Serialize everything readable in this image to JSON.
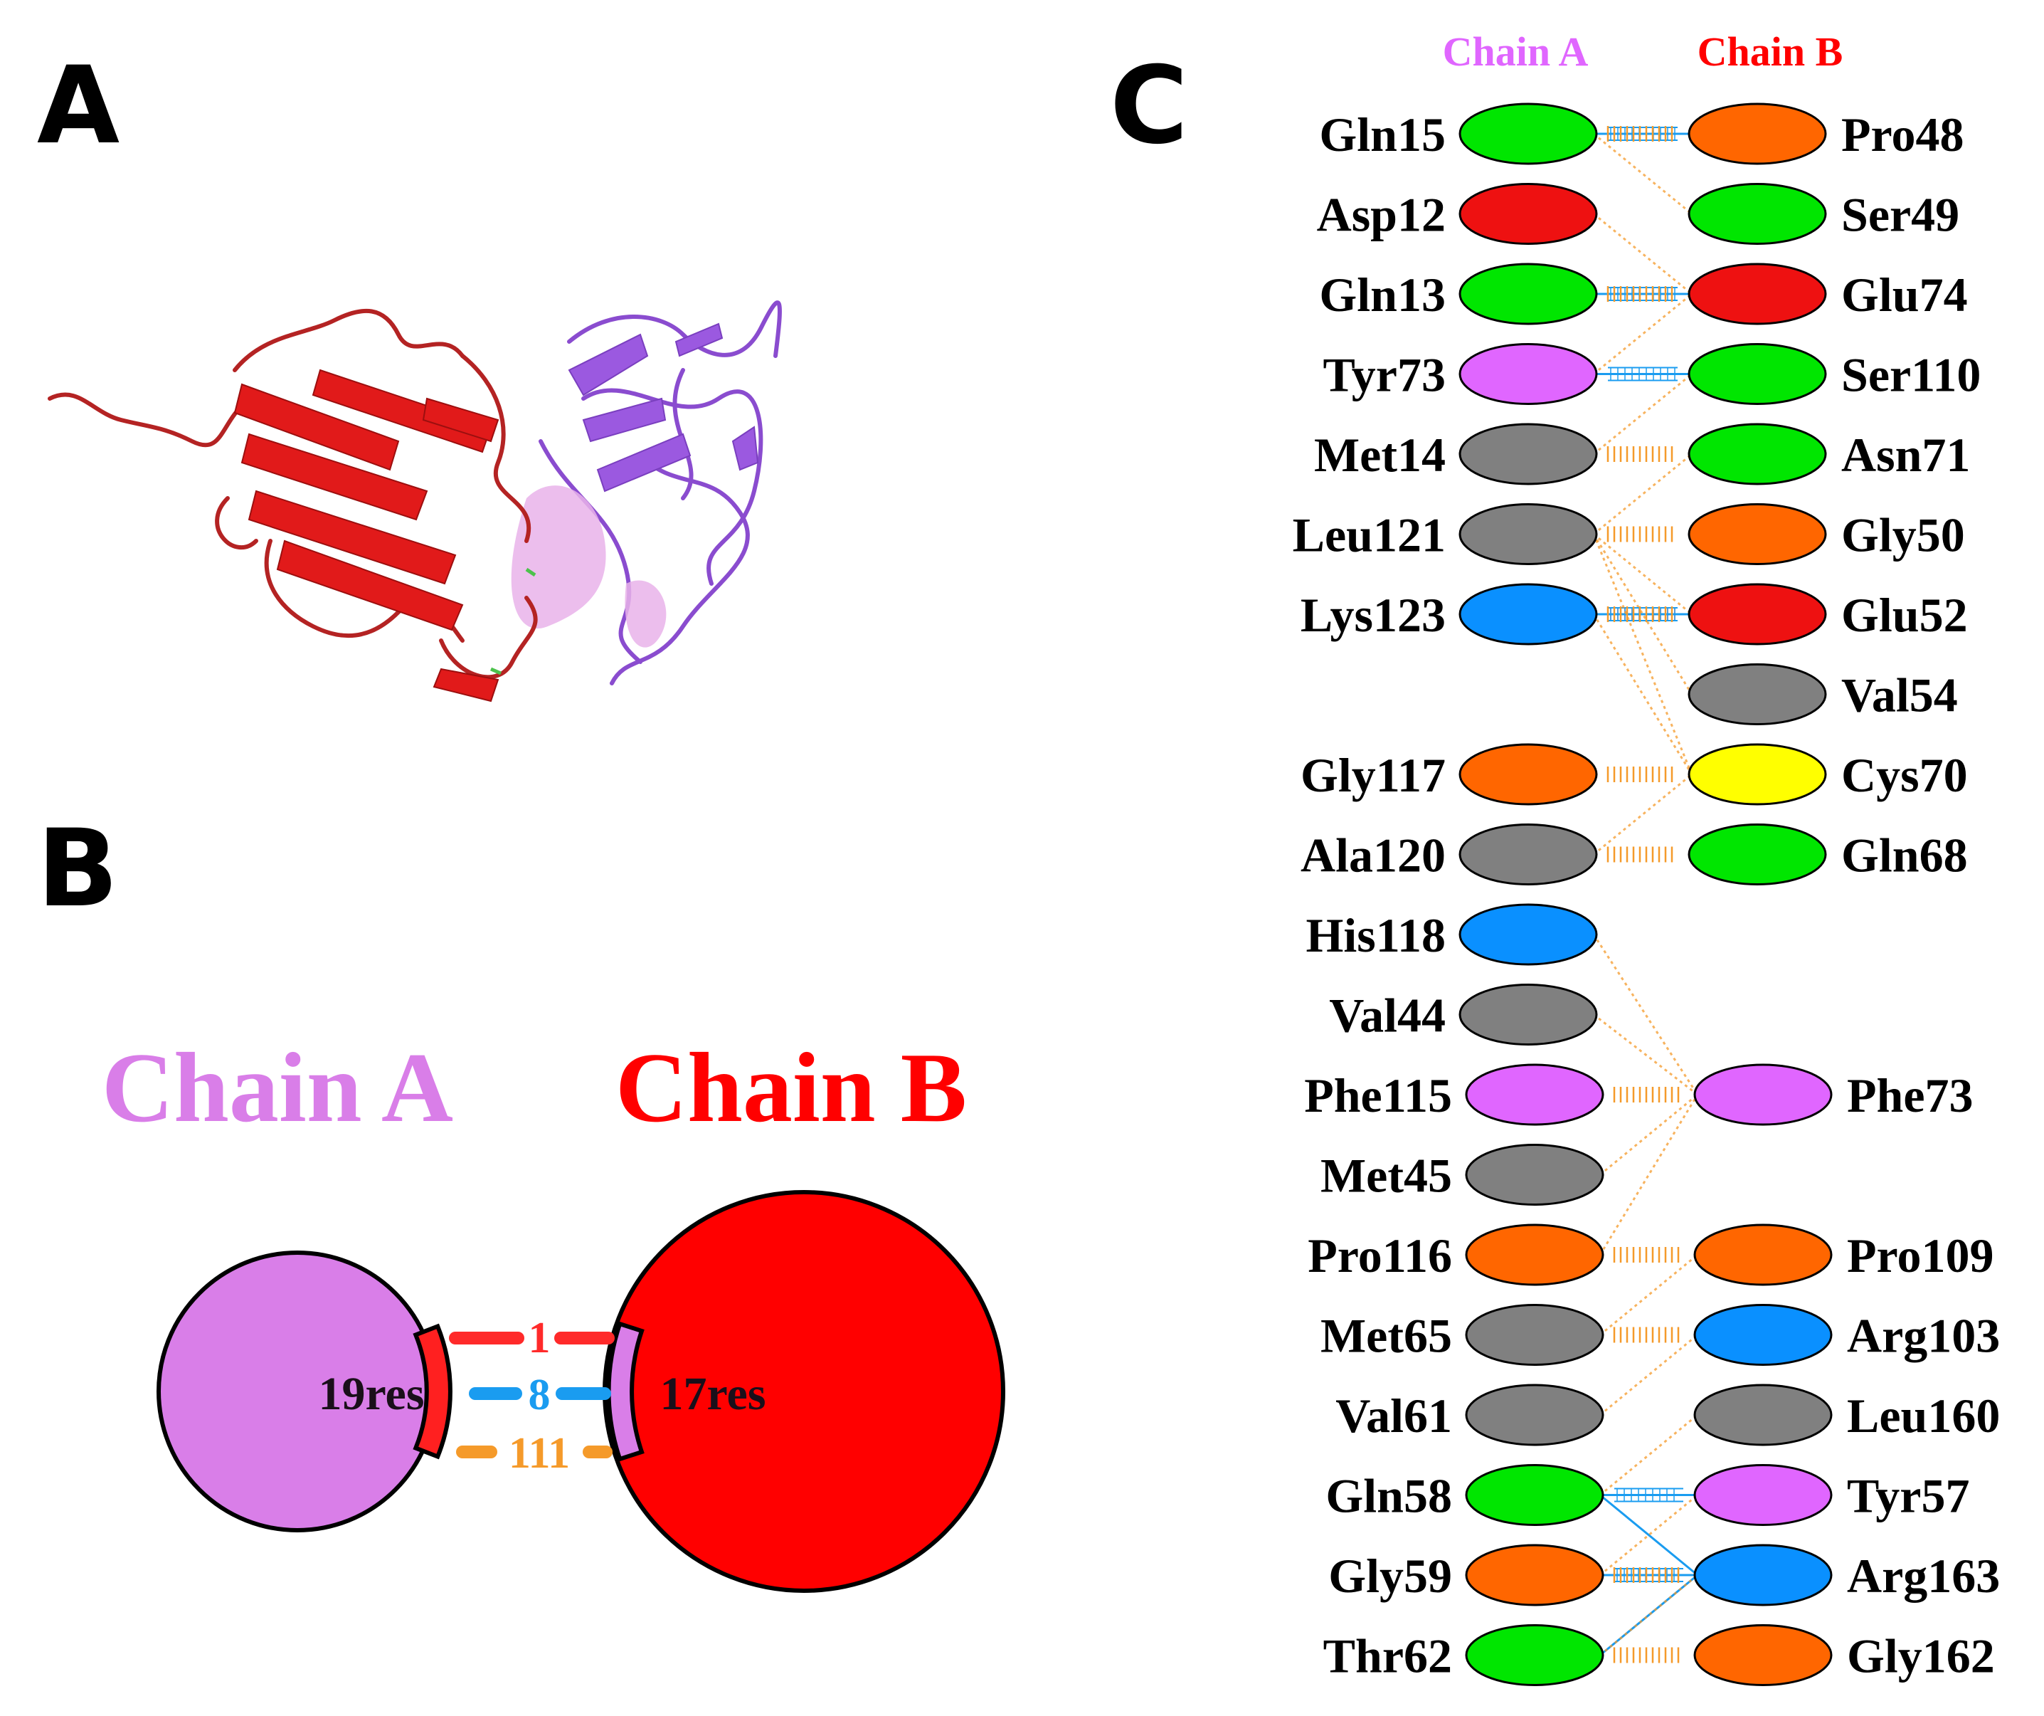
{
  "panels": {
    "a": {
      "letter": "A"
    },
    "b": {
      "letter": "B",
      "chain_a_title": "Chain A",
      "chain_b_title": "Chain B",
      "chain_a_residues": "19res",
      "chain_b_residues": "17res",
      "bond_counts": {
        "salt_bridge": "1",
        "hydrogen_bond": "8",
        "non_bonded": "111"
      }
    },
    "c": {
      "letter": "C",
      "chain_a_header": "Chain A",
      "chain_b_header": "Chain B",
      "chain_a_residues": [
        "Gln15",
        "Asp12",
        "Gln13",
        "Tyr73",
        "Met14",
        "Leu121",
        "Lys123",
        "Gly117",
        "Ala120",
        "His118",
        "Val44",
        "Phe115",
        "Met45",
        "Pro116",
        "Met65",
        "Val61",
        "Gln58",
        "Gly59",
        "Thr62"
      ],
      "chain_b_residues": [
        "Pro48",
        "Ser49",
        "Glu74",
        "Ser110",
        "Asn71",
        "Gly50",
        "Glu52",
        "Val54",
        "Cys70",
        "Gln68",
        "Phe73",
        "Pro109",
        "Arg103",
        "Leu160",
        "Tyr57",
        "Arg163",
        "Gly162"
      ]
    }
  },
  "colors": {
    "chain_a": "#d97ee8",
    "chain_b": "#ff0000",
    "salt_bridge": "#ff2a2a",
    "hydrogen_bond": "#1a9cf0",
    "non_bonded": "#f59a2a",
    "residue_polar": "#00e600",
    "residue_negative": "#ee1111",
    "residue_positive": "#0a90ff",
    "residue_hydrophobic": "#808080",
    "residue_aromatic": "#e066ff",
    "residue_proline_glycine": "#ff6600",
    "residue_cysteine": "#ffff00"
  }
}
